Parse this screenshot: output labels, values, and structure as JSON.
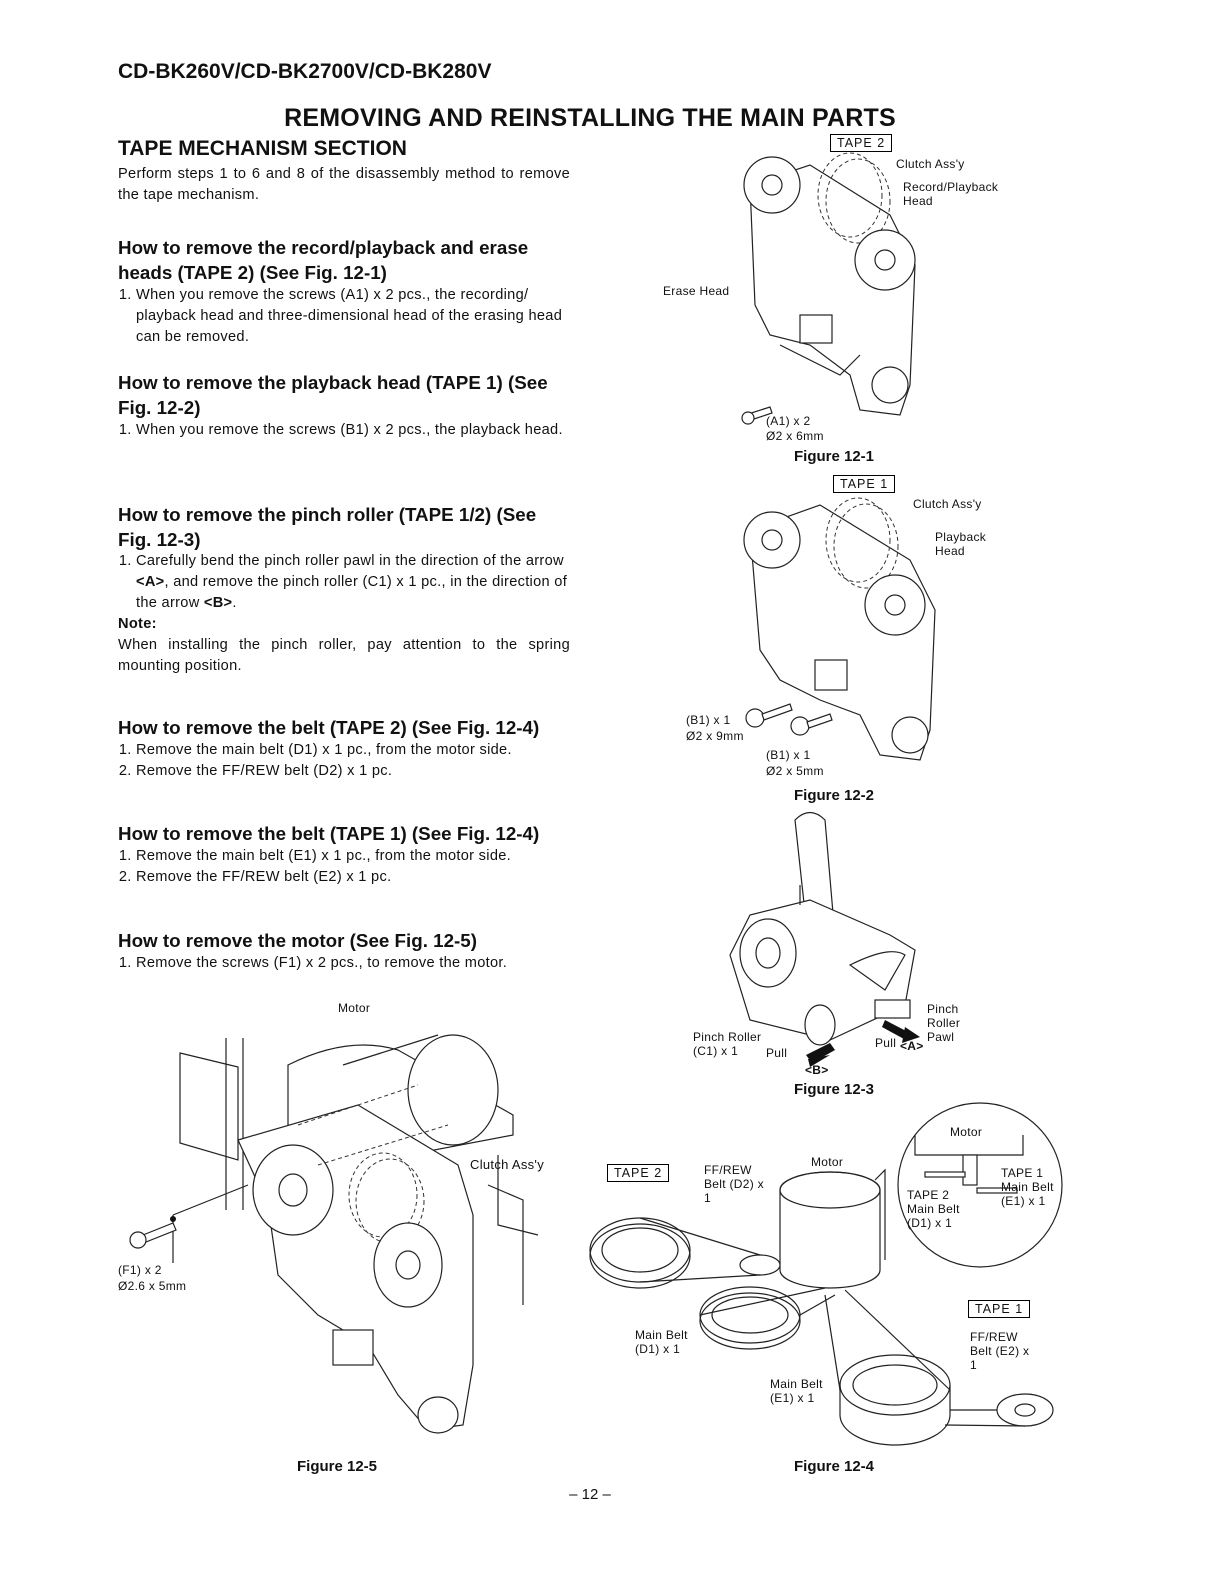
{
  "header": {
    "model": "CD-BK260V/CD-BK2700V/CD-BK280V"
  },
  "title": "REMOVING AND REINSTALLING THE MAIN PARTS",
  "section": {
    "title": "TAPE MECHANISM SECTION",
    "intro": "Perform steps 1 to 6 and 8 of the disassembly method to remove the tape mechanism."
  },
  "procedures": {
    "heads": {
      "heading": "How to remove the record/playback and erase heads (TAPE 2) (See Fig. 12-1)",
      "steps": [
        "When you remove the screws  (A1) x 2 pcs., the recording/ playback head and three-dimensional head of the erasing head can be removed."
      ]
    },
    "playback": {
      "heading": "How to remove the playback head (TAPE 1) (See Fig. 12-2)",
      "steps": [
        "When you remove the screws  (B1) x 2 pcs., the playback head."
      ]
    },
    "pinch": {
      "heading": "How to remove the pinch roller (TAPE 1/2) (See Fig. 12-3)",
      "step1_part1": "Carefully bend the pinch roller pawl in the direction of the arrow ",
      "step1_a": "<A>",
      "step1_part2": ", and remove the pinch roller (C1) x 1 pc., in the direction of the arrow ",
      "step1_b": "<B>",
      "step1_end": ".",
      "note_label": "Note:",
      "note_text": "When installing the pinch roller, pay attention to the spring mounting position."
    },
    "belt2": {
      "heading": "How to remove the belt (TAPE 2) (See Fig. 12-4)",
      "steps": [
        "Remove the main belt (D1) x 1 pc., from the motor side.",
        "Remove the FF/REW belt (D2) x 1 pc."
      ]
    },
    "belt1": {
      "heading": "How to remove the belt (TAPE 1) (See Fig. 12-4)",
      "steps": [
        "Remove the main belt (E1) x 1 pc., from the motor side.",
        "Remove the FF/REW belt (E2) x 1 pc."
      ]
    },
    "motor": {
      "heading": "How to remove the motor (See Fig. 12-5)",
      "steps": [
        "Remove the screws (F1) x 2 pcs., to remove the motor."
      ]
    }
  },
  "figures": {
    "fig1": {
      "caption": "Figure 12-1",
      "tape": "TAPE 2",
      "clutch": "Clutch Ass'y",
      "head": "Record/Playback Head",
      "erase": "Erase Head",
      "screw_qty": "(A1) x 2",
      "screw_size": "Ø2 x 6mm"
    },
    "fig2": {
      "caption": "Figure 12-2",
      "tape": "TAPE 1",
      "clutch": "Clutch Ass'y",
      "head": "Playback Head",
      "screw1_qty": "(B1) x 1",
      "screw1_size": "Ø2 x 9mm",
      "screw2_qty": "(B1) x 1",
      "screw2_size": "Ø2 x 5mm"
    },
    "fig3": {
      "caption": "Figure 12-3",
      "pawl": "Pinch Roller Pawl",
      "roller": "Pinch Roller (C1) x 1",
      "pull_a": "Pull",
      "arrow_a": "<A>",
      "pull_b": "Pull",
      "arrow_b": "<B>"
    },
    "fig4": {
      "caption": "Figure 12-4",
      "tape2": "TAPE 2",
      "tape1": "TAPE 1",
      "ffrew_d2": "FF/REW Belt (D2) x 1",
      "motor": "Motor",
      "inset_motor": "Motor",
      "inset_tape2": "TAPE 2 Main Belt (D1) x 1",
      "inset_tape1": "TAPE 1 Main Belt (E1) x 1",
      "main_d1": "Main Belt (D1) x 1",
      "main_e1": "Main Belt (E1) x 1",
      "ffrew_e2": "FF/REW Belt (E2) x 1"
    },
    "fig5": {
      "caption": "Figure 12-5",
      "motor": "Motor",
      "clutch": "Clutch Ass'y",
      "screw_qty": "(F1) x 2",
      "screw_size": "Ø2.6 x 5mm"
    }
  },
  "page_number": "– 12 –"
}
